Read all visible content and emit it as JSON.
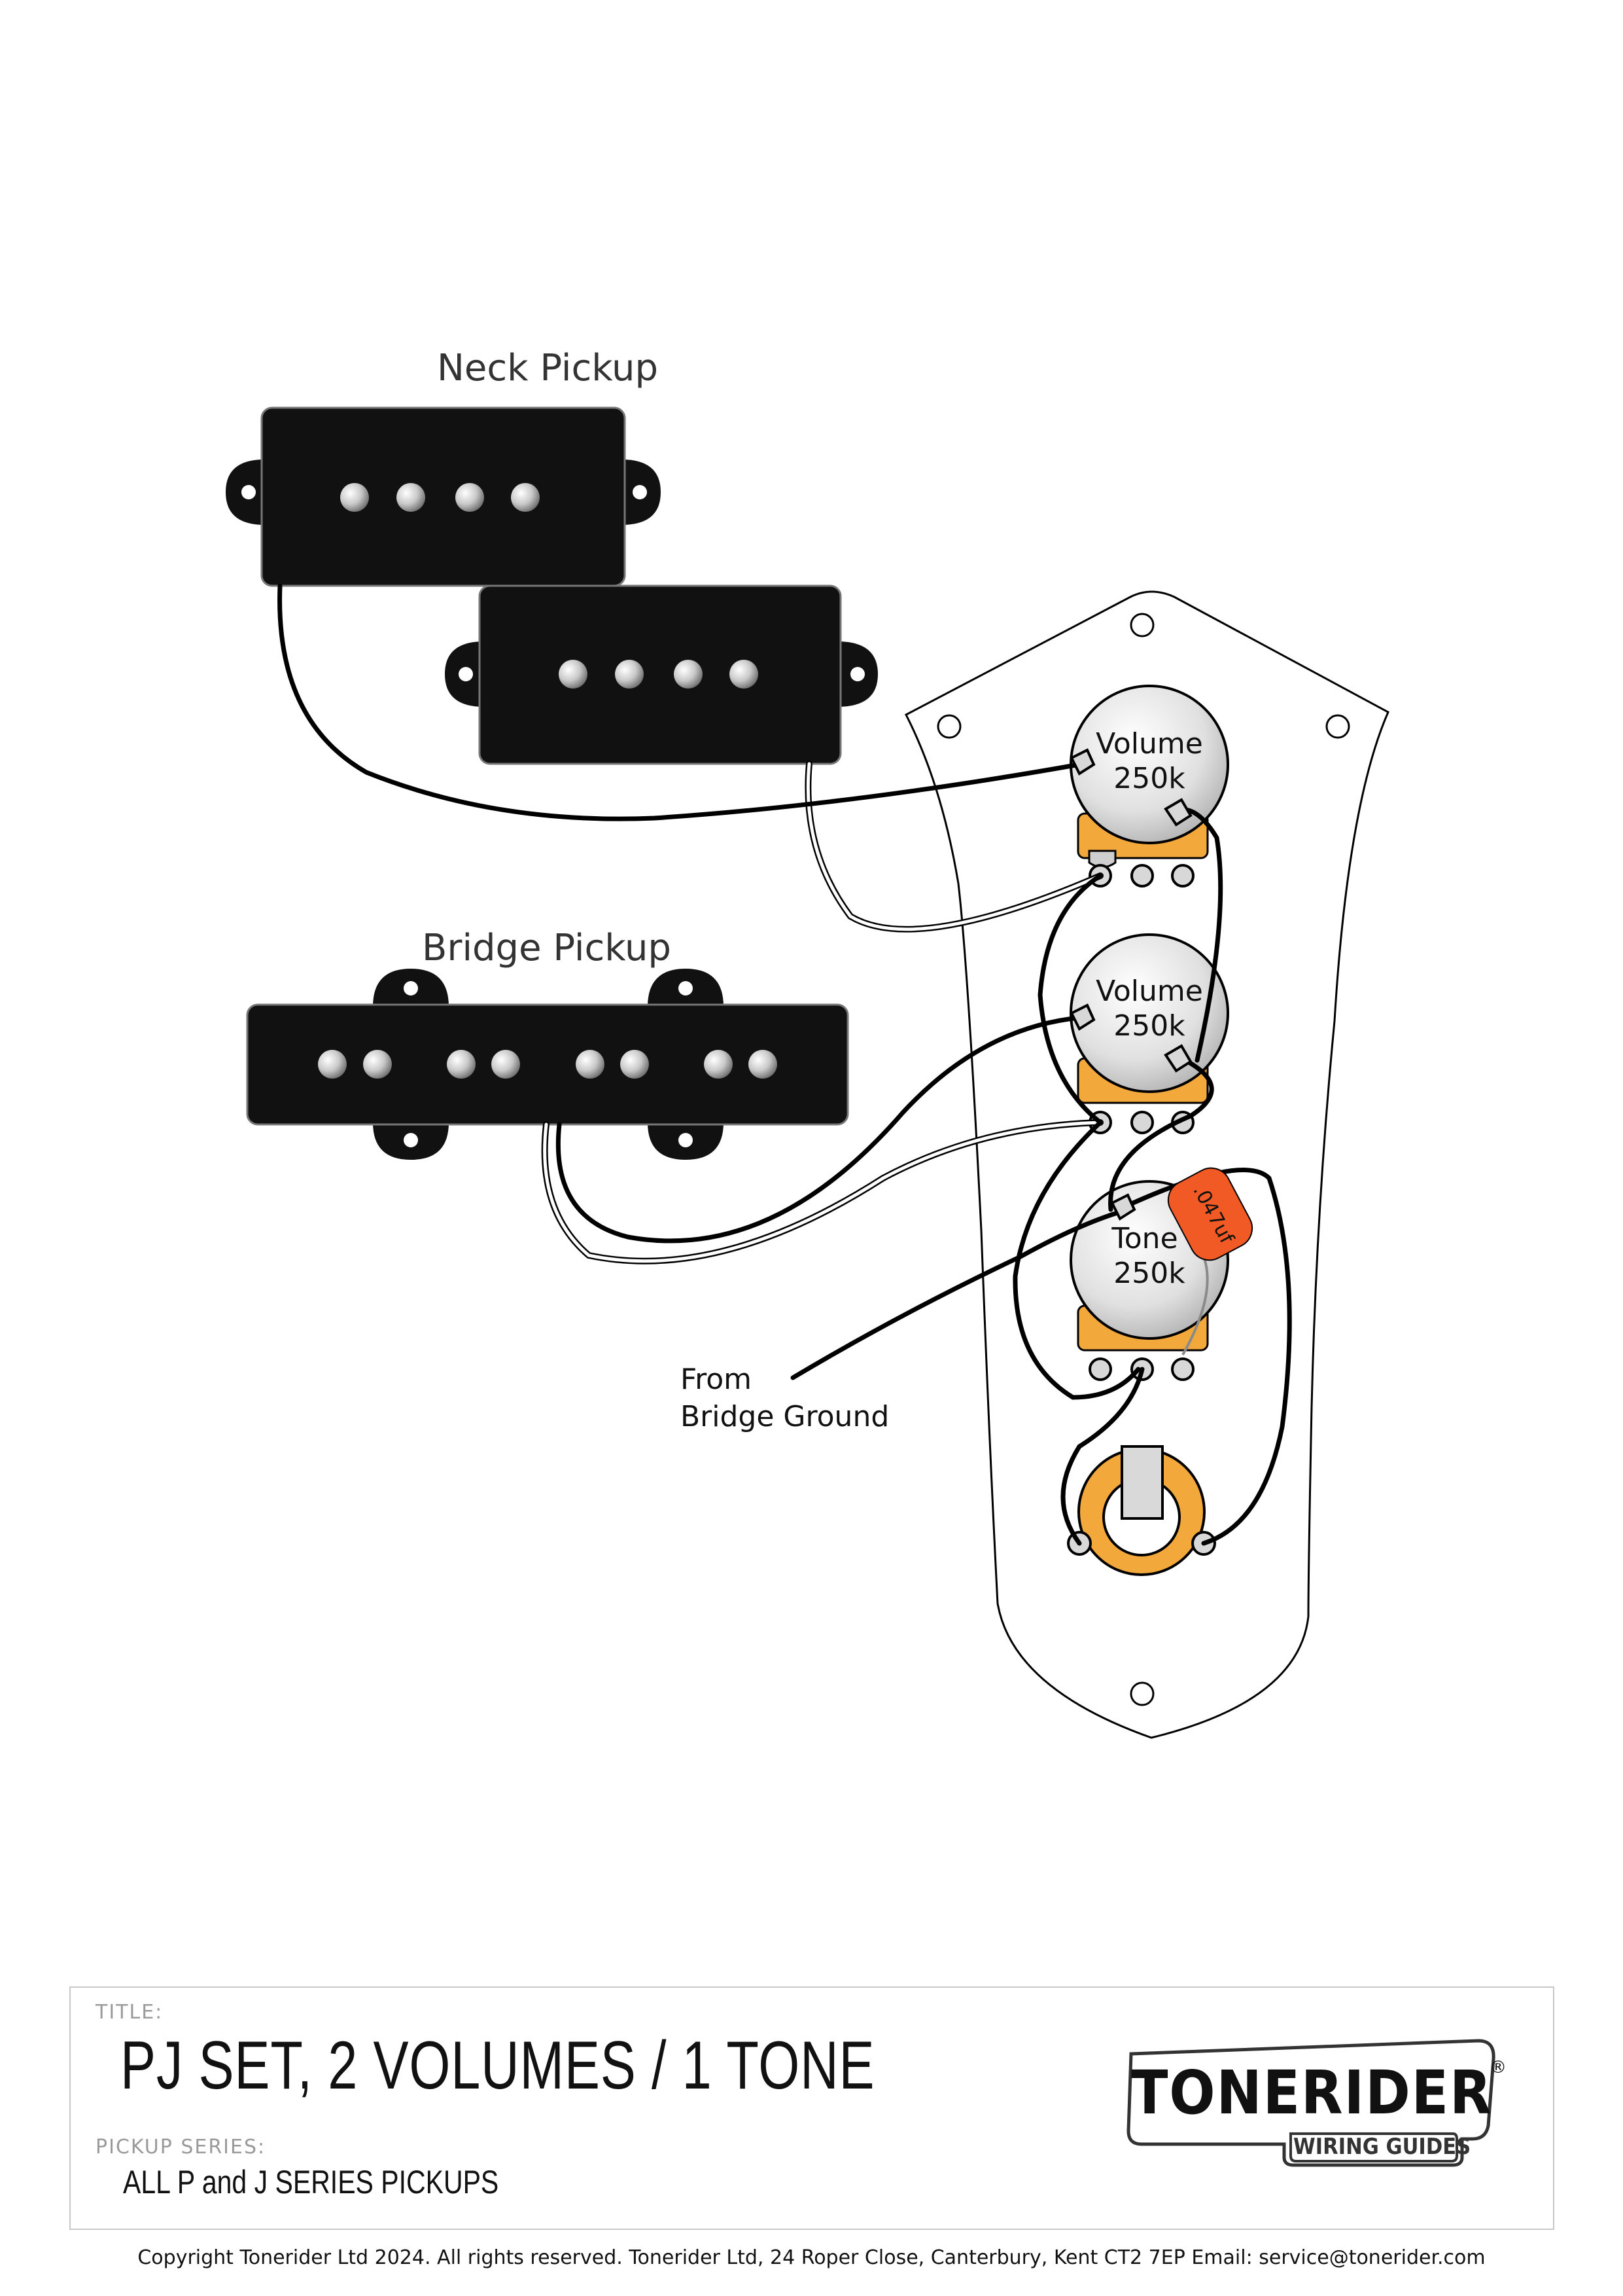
{
  "labels": {
    "neck_pickup": "Neck Pickup",
    "bridge_pickup": "Bridge Pickup",
    "pot1_name": "Volume",
    "pot1_value": "250k",
    "pot2_name": "Volume",
    "pot2_value": "250k",
    "pot3_name": "Tone",
    "pot3_value": "250k",
    "capacitor": ".047uf",
    "ground_line1": "From",
    "ground_line2": "Bridge Ground"
  },
  "title_block": {
    "title_caption": "TITLE:",
    "title": "PJ SET, 2 VOLUMES / 1 TONE",
    "series_caption": "PICKUP SERIES:",
    "series": "ALL P and J SERIES PICKUPS"
  },
  "logo": {
    "word": "TONERIDER",
    "sub": "WIRING GUIDES",
    "reg": "®"
  },
  "copyright": "Copyright Tonerider Ltd 2024. All rights reserved. Tonerider Ltd, 24 Roper Close, Canterbury, Kent CT2 7EP Email: service@tonerider.com",
  "colors": {
    "pickup_body": "#111111",
    "pot_lug_plate": "#f3a83b",
    "capacitor": "#f15a24",
    "wire": "#000000",
    "shield_wire": "#ffffff"
  }
}
